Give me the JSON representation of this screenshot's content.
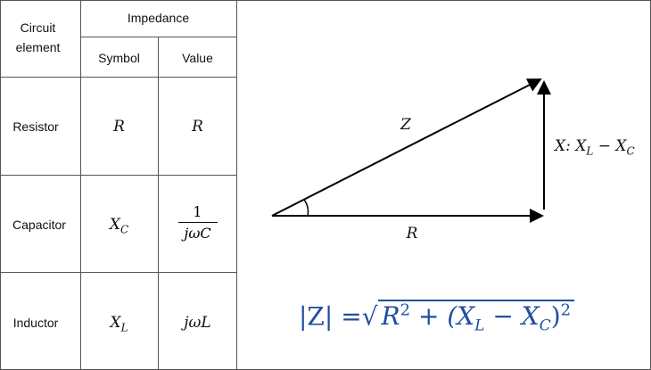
{
  "table": {
    "header": {
      "element": "Circuit element",
      "impedance": "Impedance",
      "symbol": "Symbol",
      "value": "Value"
    },
    "rows": [
      {
        "element": "Resistor",
        "symbol": "R",
        "value": "R"
      },
      {
        "element": "Capacitor",
        "symbol": "X",
        "symbol_sub": "C",
        "value_num": "1",
        "value_den": "jωC"
      },
      {
        "element": "Inductor",
        "symbol": "X",
        "symbol_sub": "L",
        "value": "jωL"
      }
    ]
  },
  "diagram": {
    "hyp_label": "Z",
    "base_label": "R",
    "vert_label": "X: X",
    "vert_sub1": "L",
    "vert_minus": " − X",
    "vert_sub2": "C"
  },
  "formula": {
    "lhs": "|Z| =",
    "sqrt": "√",
    "r": "R",
    "two": "2",
    "plus": " + (X",
    "l": "L",
    "minus": " − X",
    "c": "C",
    "close": ")"
  },
  "colors": {
    "formula": "#1f4ea0"
  }
}
